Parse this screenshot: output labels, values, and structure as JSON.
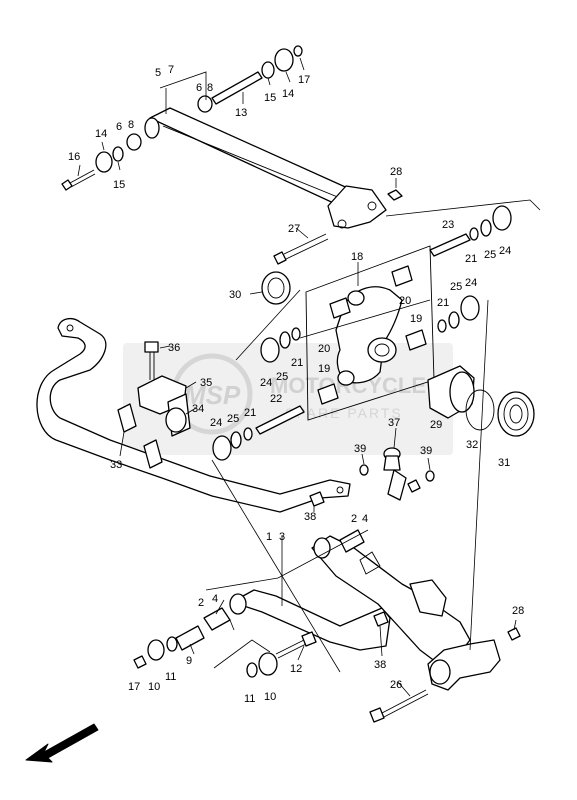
{
  "diagram": {
    "callouts": [
      "1",
      "2",
      "3",
      "4",
      "5",
      "6",
      "7",
      "8",
      "9",
      "10",
      "11",
      "12",
      "13",
      "14",
      "15",
      "16",
      "17",
      "18",
      "19",
      "20",
      "21",
      "22",
      "23",
      "24",
      "25",
      "26",
      "27",
      "28",
      "29",
      "30",
      "31",
      "32",
      "33",
      "34",
      "35",
      "36",
      "37",
      "38",
      "39"
    ]
  },
  "watermark": {
    "logo": "MSP",
    "line1": "MOTORCYCLE",
    "line2": "SPARE PARTS",
    "color": "#c8c8c8"
  },
  "icons": {
    "front_arrow": "direction-arrow-icon"
  }
}
